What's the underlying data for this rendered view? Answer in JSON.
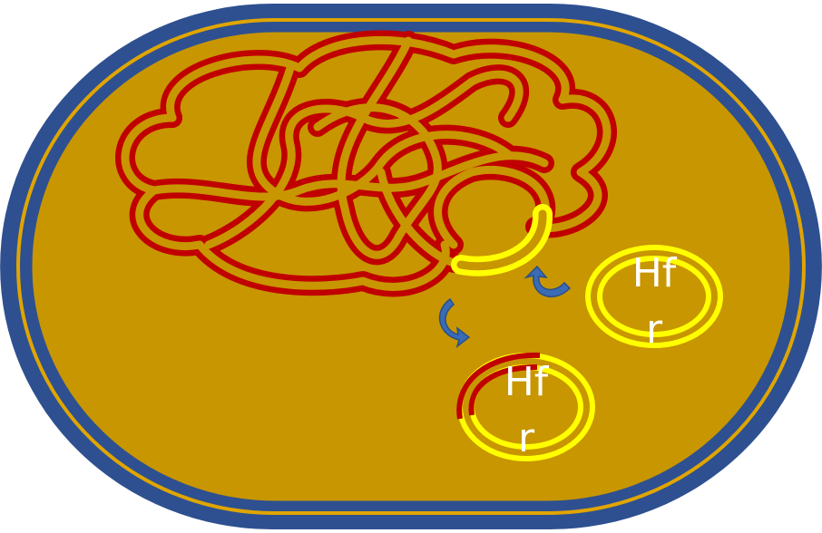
{
  "colors": {
    "cell_wall": "#2e5090",
    "cytoplasm": "#c89600",
    "membrane_line": "#e0a500",
    "chromosome": "#c00000",
    "plasmid": "#ffff00",
    "arrow": "#3a6bb5",
    "label": "#ffffff"
  },
  "free_plasmid": {
    "label_line1": "Hf",
    "label_line2": "r"
  },
  "excised_plasmid": {
    "label_line1": "Hf",
    "label_line2": "r"
  },
  "icons": {
    "integration_arrow": "curved-arrow-icon",
    "excision_arrow": "curved-arrow-icon"
  }
}
